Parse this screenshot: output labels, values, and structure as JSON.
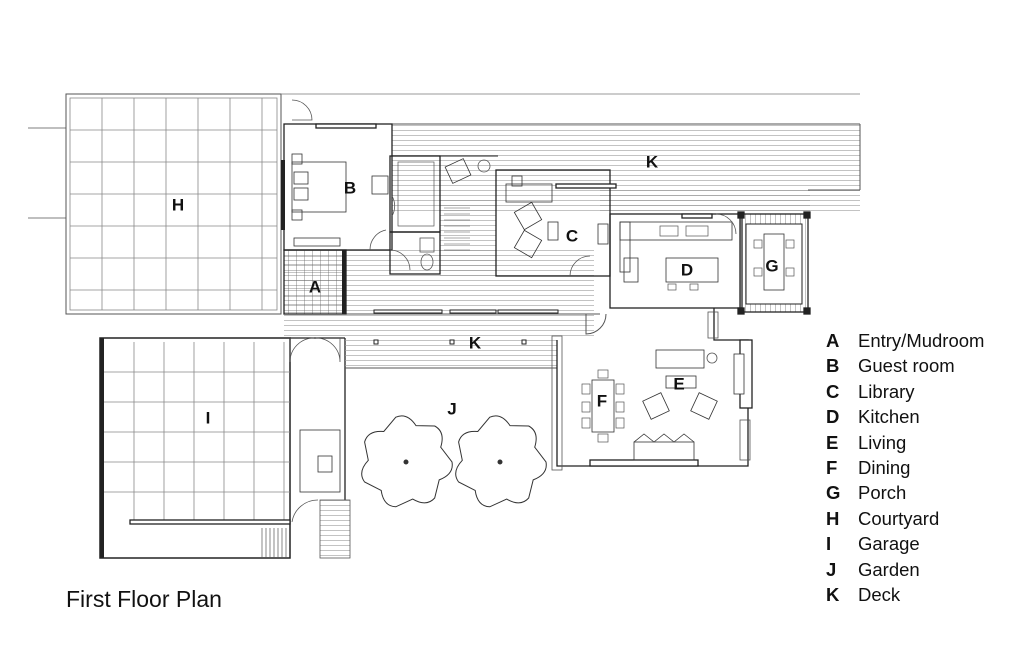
{
  "title": "First Floor Plan",
  "rooms": [
    {
      "key": "A",
      "name": "Entry/Mudroom"
    },
    {
      "key": "B",
      "name": "Guest room"
    },
    {
      "key": "C",
      "name": "Library"
    },
    {
      "key": "D",
      "name": "Kitchen"
    },
    {
      "key": "E",
      "name": "Living"
    },
    {
      "key": "F",
      "name": "Dining"
    },
    {
      "key": "G",
      "name": "Porch"
    },
    {
      "key": "H",
      "name": "Courtyard"
    },
    {
      "key": "I",
      "name": "Garage"
    },
    {
      "key": "J",
      "name": "Garden"
    },
    {
      "key": "K",
      "name": "Deck"
    }
  ],
  "plan_labels": {
    "a": "A",
    "b": "B",
    "c": "C",
    "d": "D",
    "e": "E",
    "f": "F",
    "g": "G",
    "h": "H",
    "i": "I",
    "j": "J",
    "k_upper": "K",
    "k_lower": "K"
  }
}
